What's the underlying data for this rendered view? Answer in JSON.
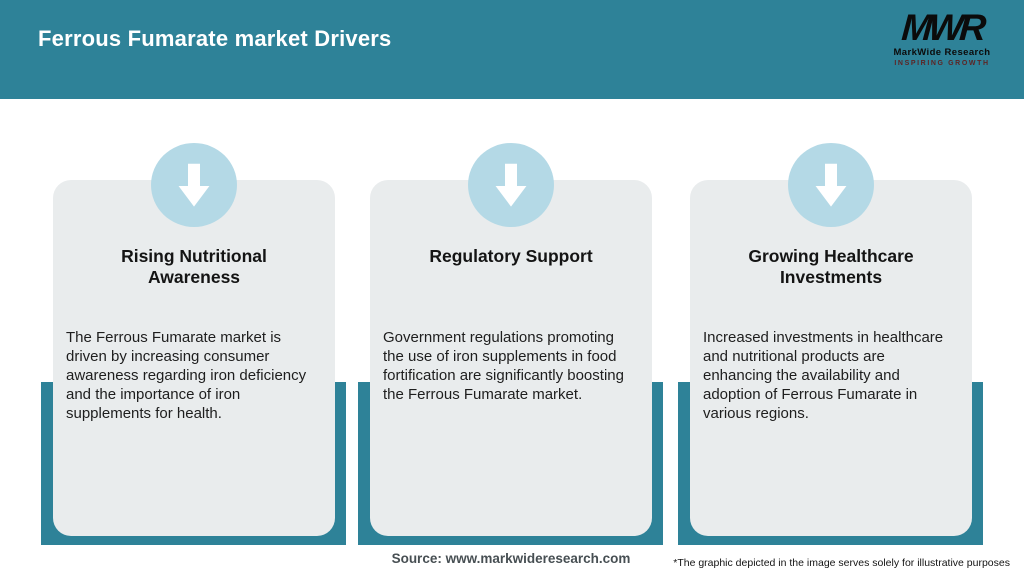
{
  "header": {
    "title": "Ferrous Fumarate market Drivers",
    "logo": {
      "monogram": "MWR",
      "name": "MarkWide Research",
      "tagline": "INSPIRING GROWTH"
    }
  },
  "cards": [
    {
      "icon": "down-arrow-icon",
      "title": "Rising Nutritional Awareness",
      "description": "The Ferrous Fumarate market is driven by increasing consumer awareness regarding iron deficiency and the importance of iron supplements for health."
    },
    {
      "icon": "down-arrow-icon",
      "title": "Regulatory Support",
      "description": "Government regulations promoting the use of iron supplements in food fortification are significantly boosting the Ferrous Fumarate market."
    },
    {
      "icon": "down-arrow-icon",
      "title": "Growing Healthcare Investments",
      "description": "Increased investments in healthcare and nutritional products are enhancing the availability and adoption of Ferrous Fumarate in various regions."
    }
  ],
  "footer": {
    "source": "Source: www.markwideresearch.com",
    "disclaimer": "*The graphic depicted in the image serves solely for illustrative purposes"
  },
  "colors": {
    "brand_teal": "#2E8298",
    "icon_circle_blue": "#b4d9e6",
    "card_gray": "#e9eced",
    "tagline_maroon": "#5d2424"
  }
}
